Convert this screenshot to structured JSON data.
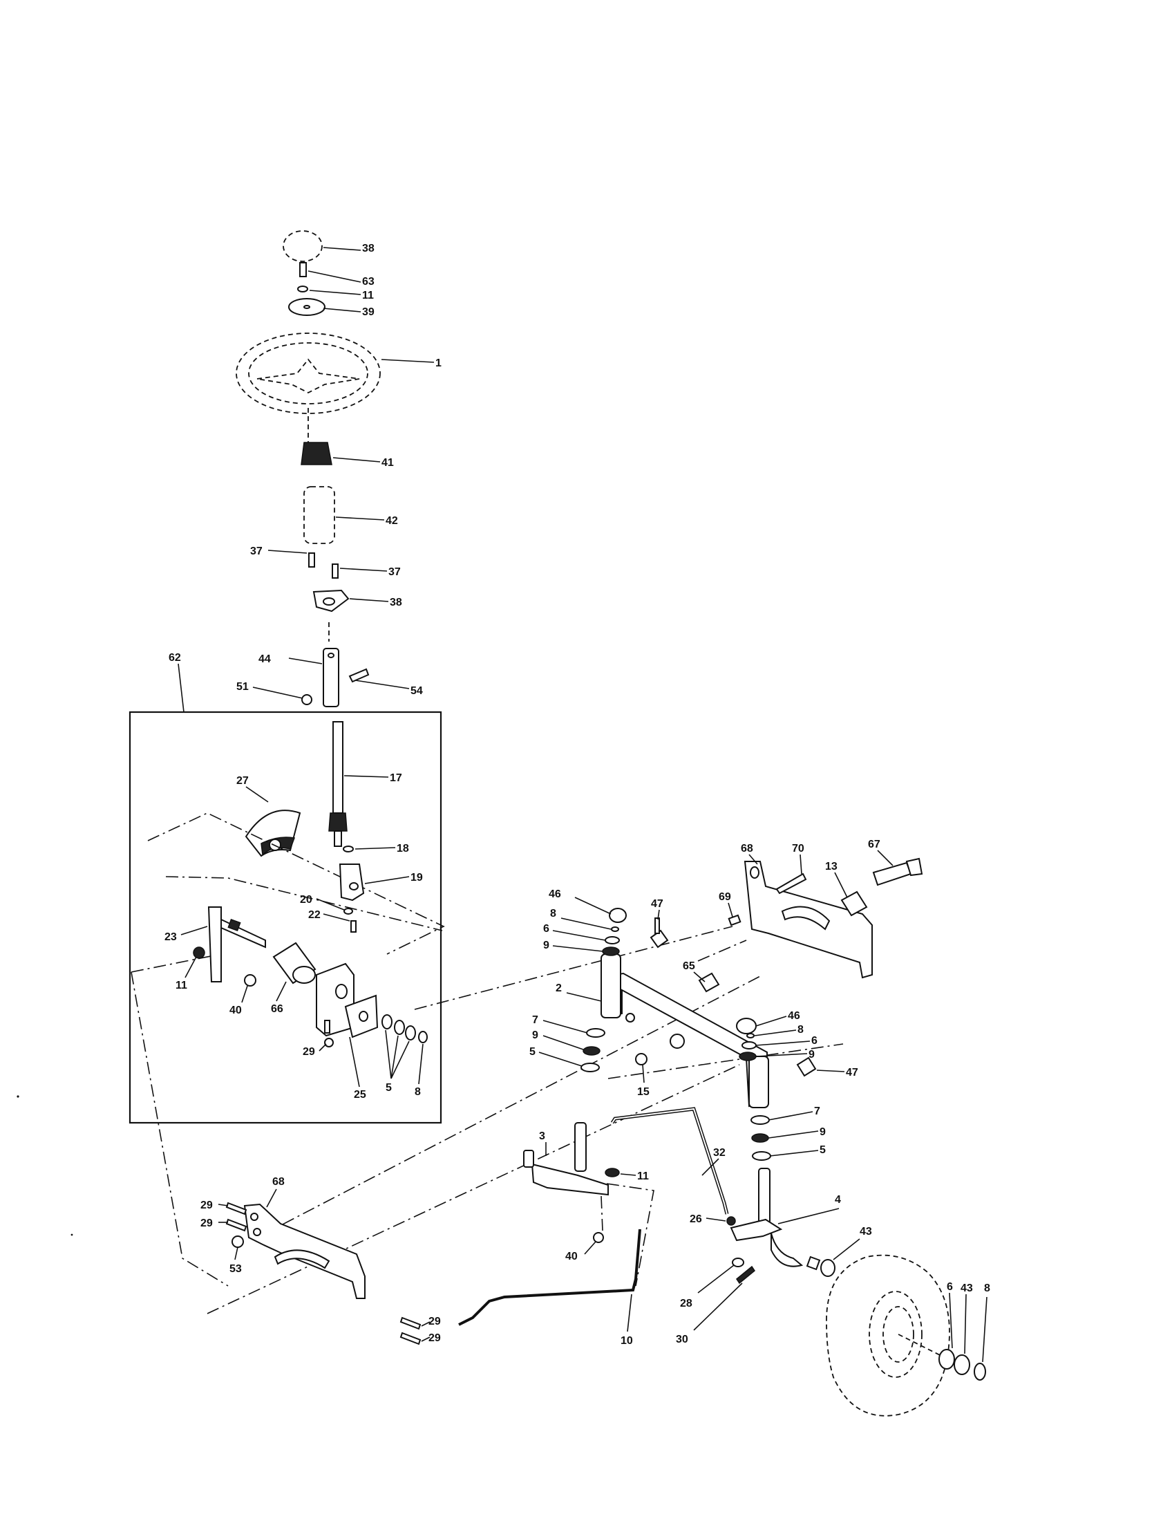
{
  "diagram": {
    "labels": [
      {
        "id": "l38a",
        "text": "38"
      },
      {
        "id": "l63",
        "text": "63"
      },
      {
        "id": "l11a",
        "text": "11"
      },
      {
        "id": "l39",
        "text": "39"
      },
      {
        "id": "l1",
        "text": "1"
      },
      {
        "id": "l41",
        "text": "41"
      },
      {
        "id": "l42",
        "text": "42"
      },
      {
        "id": "l37a",
        "text": "37"
      },
      {
        "id": "l37b",
        "text": "37"
      },
      {
        "id": "l38b",
        "text": "38"
      },
      {
        "id": "l62",
        "text": "62"
      },
      {
        "id": "l44",
        "text": "44"
      },
      {
        "id": "l51",
        "text": "51"
      },
      {
        "id": "l54",
        "text": "54"
      },
      {
        "id": "l17",
        "text": "17"
      },
      {
        "id": "l27",
        "text": "27"
      },
      {
        "id": "l18",
        "text": "18"
      },
      {
        "id": "l19",
        "text": "19"
      },
      {
        "id": "l20",
        "text": "20"
      },
      {
        "id": "l22",
        "text": "22"
      },
      {
        "id": "l23",
        "text": "23"
      },
      {
        "id": "l11b",
        "text": "11"
      },
      {
        "id": "l40a",
        "text": "40"
      },
      {
        "id": "l66",
        "text": "66"
      },
      {
        "id": "l29a",
        "text": "29"
      },
      {
        "id": "l25",
        "text": "25"
      },
      {
        "id": "l5a",
        "text": "5"
      },
      {
        "id": "l8a",
        "text": "8"
      },
      {
        "id": "l68a",
        "text": "68"
      },
      {
        "id": "l70",
        "text": "70"
      },
      {
        "id": "l67",
        "text": "67"
      },
      {
        "id": "l13",
        "text": "13"
      },
      {
        "id": "l69",
        "text": "69"
      },
      {
        "id": "l46a",
        "text": "46"
      },
      {
        "id": "l8b",
        "text": "8"
      },
      {
        "id": "l6a",
        "text": "6"
      },
      {
        "id": "l9a",
        "text": "9"
      },
      {
        "id": "l47a",
        "text": "47"
      },
      {
        "id": "l65",
        "text": "65"
      },
      {
        "id": "l2",
        "text": "2"
      },
      {
        "id": "l46b",
        "text": "46"
      },
      {
        "id": "l8c",
        "text": "8"
      },
      {
        "id": "l6b",
        "text": "6"
      },
      {
        "id": "l9b",
        "text": "9"
      },
      {
        "id": "l7a",
        "text": "7"
      },
      {
        "id": "l9c",
        "text": "9"
      },
      {
        "id": "l5b",
        "text": "5"
      },
      {
        "id": "l47b",
        "text": "47"
      },
      {
        "id": "l15",
        "text": "15"
      },
      {
        "id": "l7b",
        "text": "7"
      },
      {
        "id": "l9d",
        "text": "9"
      },
      {
        "id": "l5c",
        "text": "5"
      },
      {
        "id": "l3",
        "text": "3"
      },
      {
        "id": "l32",
        "text": "32"
      },
      {
        "id": "l11c",
        "text": "11"
      },
      {
        "id": "l26",
        "text": "26"
      },
      {
        "id": "l4",
        "text": "4"
      },
      {
        "id": "l43a",
        "text": "43"
      },
      {
        "id": "l68b",
        "text": "68"
      },
      {
        "id": "l29b",
        "text": "29"
      },
      {
        "id": "l29c",
        "text": "29"
      },
      {
        "id": "l53",
        "text": "53"
      },
      {
        "id": "l40b",
        "text": "40"
      },
      {
        "id": "l28",
        "text": "28"
      },
      {
        "id": "l29d",
        "text": "29"
      },
      {
        "id": "l29e",
        "text": "29"
      },
      {
        "id": "l10",
        "text": "10"
      },
      {
        "id": "l30",
        "text": "30"
      },
      {
        "id": "l6c",
        "text": "6"
      },
      {
        "id": "l43b",
        "text": "43"
      },
      {
        "id": "l8d",
        "text": "8"
      }
    ]
  }
}
